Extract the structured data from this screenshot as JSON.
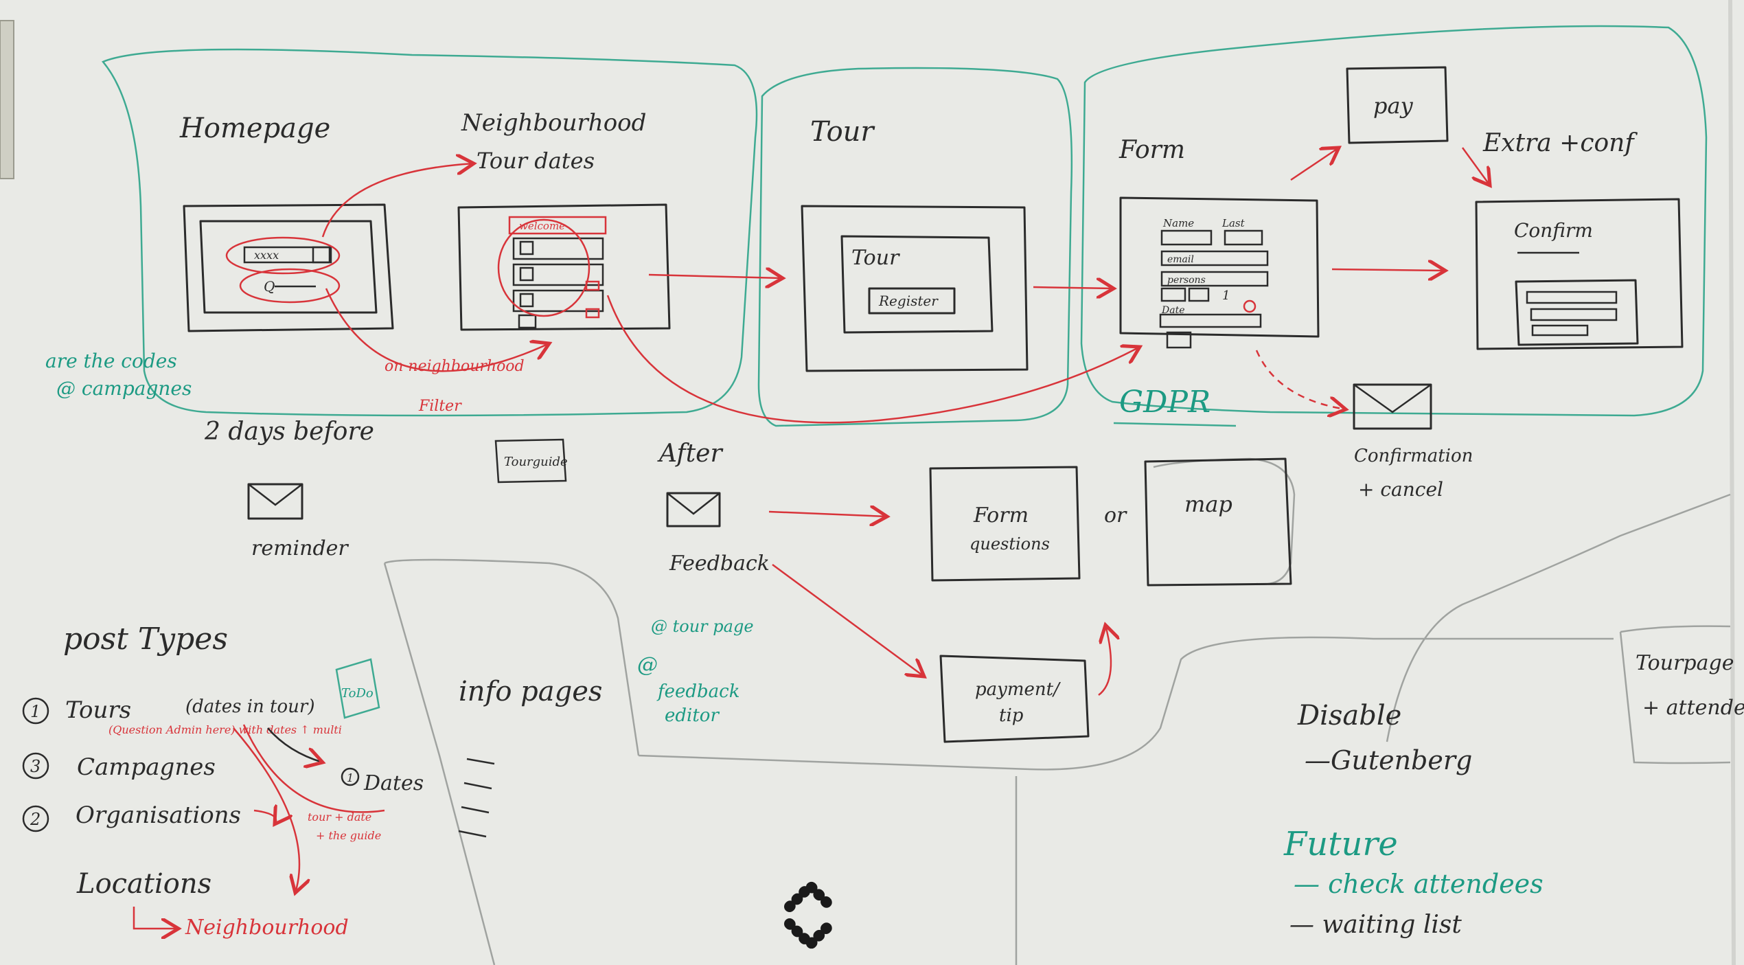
{
  "colors": {
    "board": "#e6e7e3",
    "ink_black": "#2b2b2b",
    "ink_red": "#d8343a",
    "ink_green": "#1c9a83",
    "ink_grey": "#a0a3a0"
  },
  "flow": {
    "homepage": {
      "title": "Homepage",
      "input_text": "xxxx",
      "search_text": "Q"
    },
    "neighbourhood": {
      "title_line1": "Neighbourhood",
      "title_line2": "Tour dates",
      "welcome_text": "welcome"
    },
    "tour": {
      "title": "Tour",
      "card_title": "Tour",
      "register_button": "Register"
    },
    "form": {
      "title": "Form",
      "name_label": "Name",
      "last_label": "Last",
      "email_label": "email",
      "persons_label": "persons",
      "count_value": "1",
      "date_label": "Date"
    },
    "pay": {
      "label": "pay"
    },
    "extra_conf": {
      "title": "Extra +conf",
      "confirm_label": "Confirm"
    }
  },
  "annotations": {
    "codes_line1": "are the codes",
    "codes_line2": "@ campagnes",
    "filter_line1": "on neighbourhood",
    "filter_line2": "Filter",
    "gdpr": "GDPR",
    "confirmation_line1": "Confirmation",
    "confirmation_line2": "+ cancel",
    "before_label": "2 days before",
    "reminder_label": "reminder",
    "tourguide_label": "Tourguide",
    "after_label": "After",
    "feedback_label": "Feedback",
    "form_questions_line1": "Form",
    "form_questions_line2": "questions",
    "or_label": "or",
    "map_label": "map",
    "payment_line1": "payment/",
    "payment_line2": "tip",
    "feedback_note_line1": "@ tour page",
    "feedback_note_line2": "@",
    "feedback_note_line3": "feedback",
    "feedback_note_line4": "editor",
    "info_pages": "info pages",
    "tourpage_line1": "Tourpage",
    "tourpage_line2": "+ attendees"
  },
  "post_types": {
    "title": "post Types",
    "items": [
      {
        "num": "1",
        "label": "Tours",
        "extra": "(dates in tour)"
      },
      {
        "num": "3",
        "label": "Campagnes"
      },
      {
        "num": "2",
        "label": "Organisations"
      },
      {
        "label": "Locations"
      }
    ],
    "sub_note": "(Question Admin here) with dates ↑ multi",
    "neighbourhood": "Neighbourhood",
    "dates_label": "Dates",
    "dates_num": "1",
    "tour_note_line1": "tour + date",
    "tour_note_line2": "+ the guide",
    "todo": "ToDo"
  },
  "notes": {
    "disable_title": "Disable",
    "disable_item": "—Gutenberg",
    "future_title": "Future",
    "future_item1": "— check attendees",
    "future_item2": "— waiting list"
  }
}
